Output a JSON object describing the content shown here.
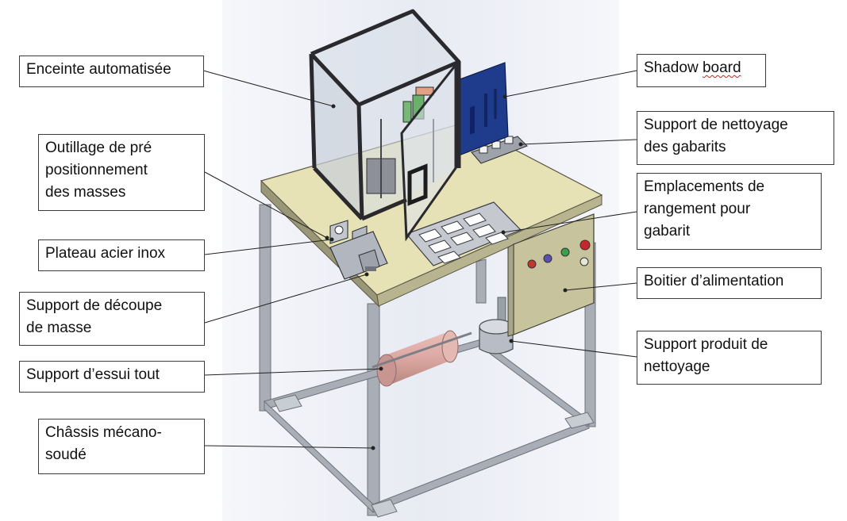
{
  "labels": {
    "enceinte": "Enceinte automatisée",
    "outillage_l1": "Outillage de pré",
    "outillage_l2": "positionnement",
    "outillage_l3": "des masses",
    "plateau": "Plateau acier inox",
    "decoupe_l1": "Support de découpe",
    "decoupe_l2": "de masse",
    "essui": "Support d’essui tout",
    "chassis_l1": "Châssis mécano-",
    "chassis_l2": "soudé",
    "shadow_word1": "Shadow",
    "shadow_word2": "board",
    "nettoyage_l1": "Support de nettoyage",
    "nettoyage_l2": "des gabarits",
    "rangement_l1": "Emplacements de",
    "rangement_l2": "rangement pour",
    "rangement_l3": "gabarit",
    "alimentation": "Boitier d’alimentation",
    "produit_l1": "Support produit de",
    "produit_l2": "nettoyage"
  },
  "colors": {
    "table_top": "#e6e2b5",
    "frame": "#a9adb6",
    "enclosure_frame": "#2a2a2e",
    "shadow_board": "#1f3b8c",
    "power_box": "#c6c39d",
    "paper_roll": "#dca7a2",
    "backdrop": "#eef0f6"
  }
}
